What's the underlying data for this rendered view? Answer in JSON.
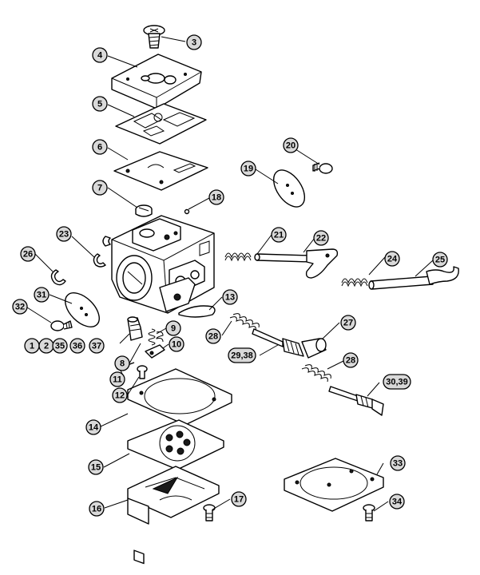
{
  "callouts": [
    {
      "id": "c3",
      "label": "3"
    },
    {
      "id": "c4",
      "label": "4"
    },
    {
      "id": "c5",
      "label": "5"
    },
    {
      "id": "c6",
      "label": "6"
    },
    {
      "id": "c7",
      "label": "7"
    },
    {
      "id": "c18",
      "label": "18"
    },
    {
      "id": "c20",
      "label": "20"
    },
    {
      "id": "c19",
      "label": "19"
    },
    {
      "id": "c21",
      "label": "21"
    },
    {
      "id": "c22",
      "label": "22"
    },
    {
      "id": "c23",
      "label": "23"
    },
    {
      "id": "c24",
      "label": "24"
    },
    {
      "id": "c25",
      "label": "25"
    },
    {
      "id": "c26",
      "label": "26"
    },
    {
      "id": "c31",
      "label": "31"
    },
    {
      "id": "c13",
      "label": "13"
    },
    {
      "id": "c32",
      "label": "32"
    },
    {
      "id": "c27",
      "label": "27"
    },
    {
      "id": "c28a",
      "label": "28"
    },
    {
      "id": "c9",
      "label": "9"
    },
    {
      "id": "c10",
      "label": "10"
    },
    {
      "id": "c8",
      "label": "8"
    },
    {
      "id": "c29",
      "label": "29,38"
    },
    {
      "id": "c28b",
      "label": "28"
    },
    {
      "id": "c11",
      "label": "11"
    },
    {
      "id": "c12",
      "label": "12"
    },
    {
      "id": "c30",
      "label": "30,39"
    },
    {
      "id": "c14",
      "label": "14"
    },
    {
      "id": "c15",
      "label": "15"
    },
    {
      "id": "c33",
      "label": "33"
    },
    {
      "id": "c16",
      "label": "16"
    },
    {
      "id": "c17",
      "label": "17"
    },
    {
      "id": "c34",
      "label": "34"
    },
    {
      "id": "c1",
      "label": "1"
    },
    {
      "id": "c2",
      "label": "2"
    },
    {
      "id": "c35",
      "label": "35"
    },
    {
      "id": "c36",
      "label": "36"
    },
    {
      "id": "c37",
      "label": "37"
    }
  ]
}
